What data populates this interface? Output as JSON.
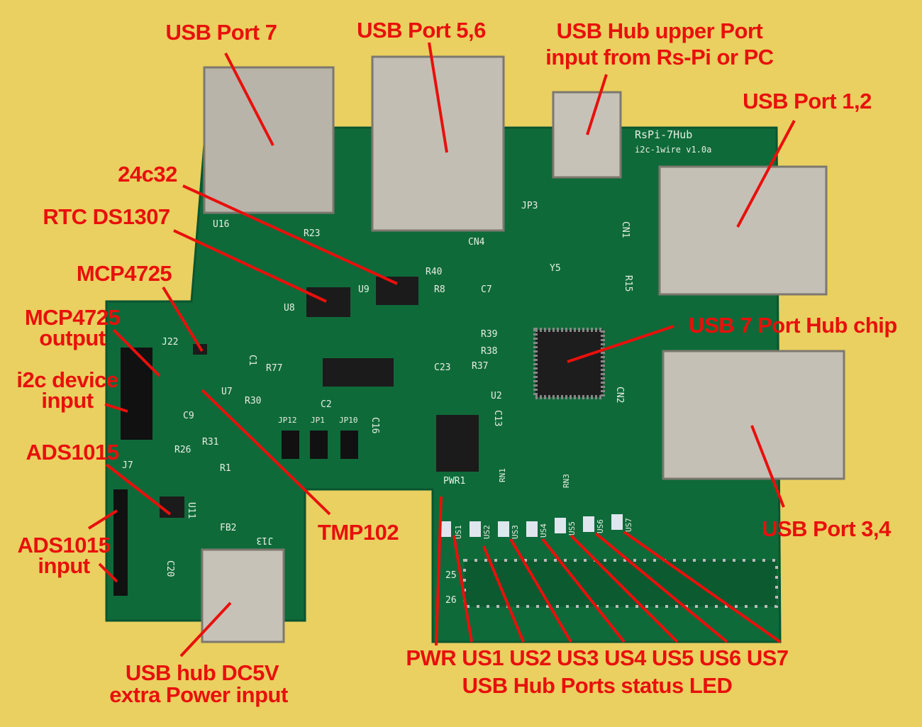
{
  "board": {
    "title": "RsPi-7Hub",
    "subtitle": "i2c-1wire v1.0a",
    "silkscreen": [
      "U16",
      "R23",
      "U8",
      "U9",
      "R40",
      "R8",
      "C7",
      "R39",
      "R38",
      "R37",
      "C23",
      "U2",
      "C13",
      "C16",
      "JP12",
      "JP1",
      "JP10",
      "R30",
      "R31",
      "R1",
      "C2",
      "C9",
      "R26",
      "U7",
      "R77",
      "C1",
      "J22",
      "J7",
      "U11",
      "FB2",
      "J13",
      "C20",
      "PWR1",
      "US1",
      "US2",
      "US3",
      "US4",
      "US5",
      "US6",
      "US7",
      "RN1",
      "RN3",
      "CN1",
      "CN2",
      "CN4",
      "JP3",
      "Y5",
      "R15",
      "25",
      "26"
    ]
  },
  "labels": {
    "usb_port7": "USB Port 7",
    "usb_port56": "USB Port 5,6",
    "hub_upper_1": "USB Hub upper Port",
    "hub_upper_2": "input from Rs-Pi or PC",
    "usb_port12": "USB Port 1,2",
    "eeprom": "24c32",
    "rtc": "RTC DS1307",
    "dac": "MCP4725",
    "dac_out_1": "MCP4725",
    "dac_out_2": "output",
    "i2c_1": "i2c device",
    "i2c_2": "input",
    "adc": "ADS1015",
    "adc_in_1": "ADS1015",
    "adc_in_2": "input",
    "hub_chip": "USB 7 Port Hub chip",
    "tmp": "TMP102",
    "usb_port34": "USB Port 3,4",
    "leds_1": "PWR US1 US2 US3 US4 US5 US6 US7",
    "leds_2": "USB Hub Ports status LED",
    "power_1": "USB hub DC5V",
    "power_2": "extra Power input"
  },
  "colors": {
    "label": "#e8100c",
    "pcb": "#0f6a3a",
    "background": "#e9d060"
  }
}
